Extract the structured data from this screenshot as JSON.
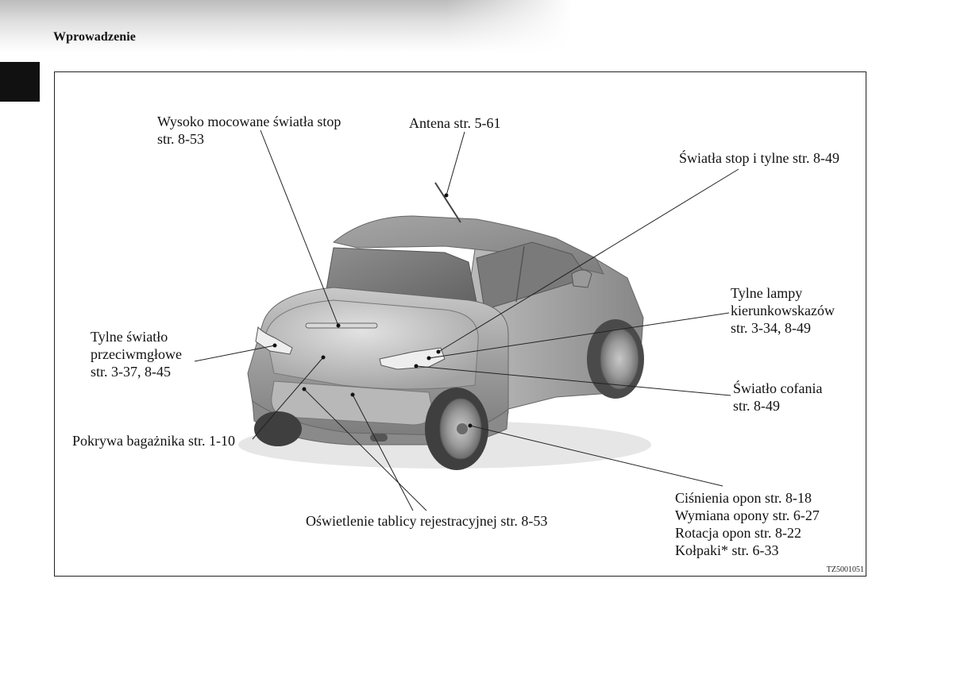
{
  "header": {
    "section_title": "Wprowadzenie"
  },
  "figure_code": "TZ5001051",
  "labels": {
    "high_stop_light": {
      "line1": "Wysoko mocowane światła stop",
      "line2": "str. 8-53"
    },
    "antenna": {
      "line1": "Antena str. 5-61"
    },
    "stop_tail_lights": {
      "line1": "Światła stop i tylne str. 8-49"
    },
    "rear_turn_signals": {
      "line1": "Tylne lampy",
      "line2": "kierunkowskazów",
      "line3": "str. 3-34, 8-49"
    },
    "rear_fog_light": {
      "line1": "Tylne światło",
      "line2": "przeciwmgłowe",
      "line3": "str. 3-37, 8-45"
    },
    "reversing_light": {
      "line1": "Światło cofania",
      "line2": "str. 8-49"
    },
    "trunk_lid": {
      "line1": "Pokrywa bagażnika str. 1-10"
    },
    "plate_light": {
      "line1": "Oświetlenie tablicy rejestracyjnej str. 8-53"
    },
    "tires": {
      "line1": "Ciśnienia opon str. 8-18",
      "line2": "Wymiana opony str. 6-27",
      "line3": "Rotacja opon str. 8-22",
      "line4": "Kołpaki* str. 6-33"
    }
  }
}
